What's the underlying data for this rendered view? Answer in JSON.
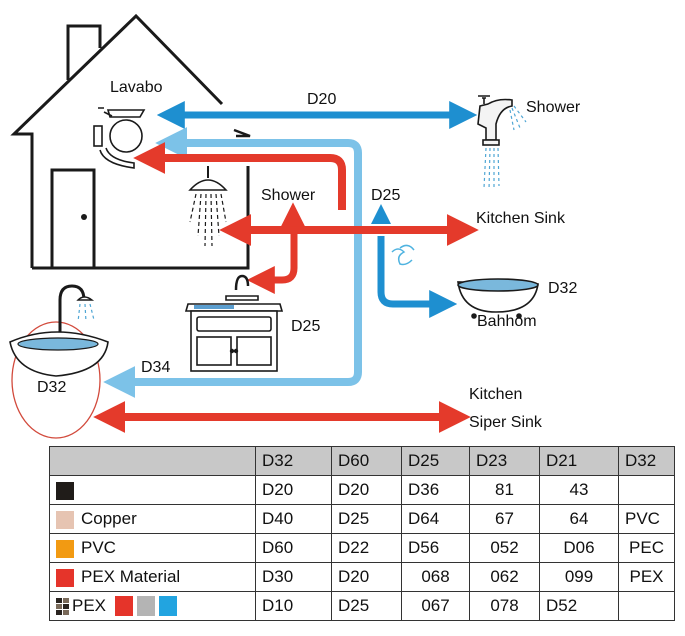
{
  "colors": {
    "hot_pipe": "#e43a2b",
    "cold_pipe": "#1e8fd0",
    "light_pipe": "#7cc2e8",
    "outline": "#1a1a1a",
    "water": "#7ab8dc"
  },
  "diagram": {
    "labels": {
      "lavabo": "Lavabo",
      "d20_top": "D20",
      "shower_right": "Shower",
      "shower_mid": "Shower",
      "d25_mid": "D25",
      "kitchen_sink": "Kitchen Sink",
      "d32_bath": "D32",
      "bathroom": "Bahhom",
      "d25_sink": "D25",
      "d34": "D34",
      "d32_basin": "D32",
      "kitchen_super_sink_line1": "Kitchen",
      "kitchen_super_sink_line2": "Siper Sink"
    }
  },
  "table": {
    "headers": [
      "",
      "D32",
      "D60",
      "D25",
      "D23",
      "D21",
      "D32"
    ],
    "rows": [
      {
        "swatch": "#201c19",
        "label": "",
        "cells": [
          "D20",
          "D20",
          "D36",
          "81",
          "43",
          ""
        ]
      },
      {
        "swatch": "#e6c4b2",
        "label": "Copper",
        "cells": [
          "D40",
          "D25",
          "D64",
          "67",
          "64",
          "PVC"
        ]
      },
      {
        "swatch": "#f29a12",
        "label": "PVC",
        "cells": [
          "D60",
          "D22",
          "D56",
          "052",
          "D06",
          "PEC"
        ]
      },
      {
        "swatch": "#e5342a",
        "label": "PEX Material",
        "cells": [
          "D30",
          "D20",
          "068",
          "062",
          "099",
          "PEX"
        ]
      },
      {
        "swatch": "grid-icon",
        "label": "PEX",
        "extra_swatches": [
          "#e5342a",
          "#b4b4b4",
          "#22a4e0"
        ],
        "cells": [
          "D10",
          "D25",
          "067",
          "078",
          "D52",
          ""
        ]
      }
    ]
  }
}
